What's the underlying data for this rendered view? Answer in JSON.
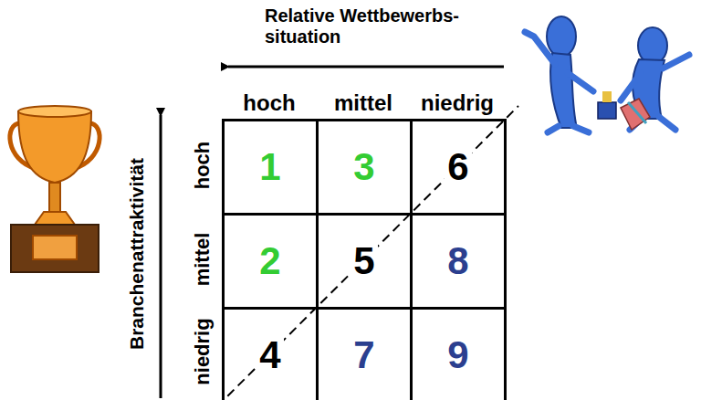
{
  "diagram": {
    "nodes": [
      {
        "text": [
          "1"
        ]
      },
      {
        "text": [
          "3"
        ]
      },
      {
        "text": [
          "6"
        ]
      },
      {
        "text": [
          "2"
        ]
      },
      {
        "text": [
          "5"
        ]
      },
      {
        "text": [
          "8"
        ]
      },
      {
        "text": [
          "4"
        ]
      },
      {
        "text": [
          "7"
        ]
      },
      {
        "text": [
          "9"
        ]
      }
    ],
    "labels": [
      "Relative Wettbewerbs- situation",
      "hoch",
      "mittel",
      "niedrig",
      "Branchenattraktivität",
      "hoch",
      "mittel",
      "niedrig"
    ]
  }
}
